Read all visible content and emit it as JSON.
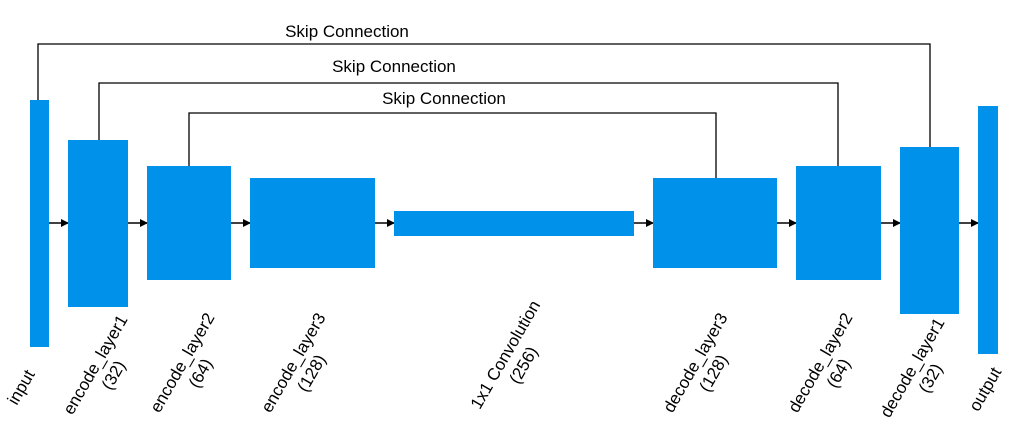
{
  "diagram": {
    "skip_connections": [
      {
        "label": "Skip Connection"
      },
      {
        "label": "Skip Connection"
      },
      {
        "label": "Skip Connection"
      }
    ],
    "blocks": [
      {
        "line1": "input",
        "line2": ""
      },
      {
        "line1": "encode_layer1",
        "line2": "(32)"
      },
      {
        "line1": "encode_layer2",
        "line2": "(64)"
      },
      {
        "line1": "encode_layer3",
        "line2": "(128)"
      },
      {
        "line1": "1x1 Convolution",
        "line2": "(256)"
      },
      {
        "line1": "decode_layer3",
        "line2": "(128)"
      },
      {
        "line1": "decode_layer2",
        "line2": "(64)"
      },
      {
        "line1": "decode_layer1",
        "line2": "(32)"
      },
      {
        "line1": "output",
        "line2": ""
      }
    ],
    "colors": {
      "block_fill": "#0091ea",
      "line": "#000000",
      "text": "#000000"
    }
  }
}
